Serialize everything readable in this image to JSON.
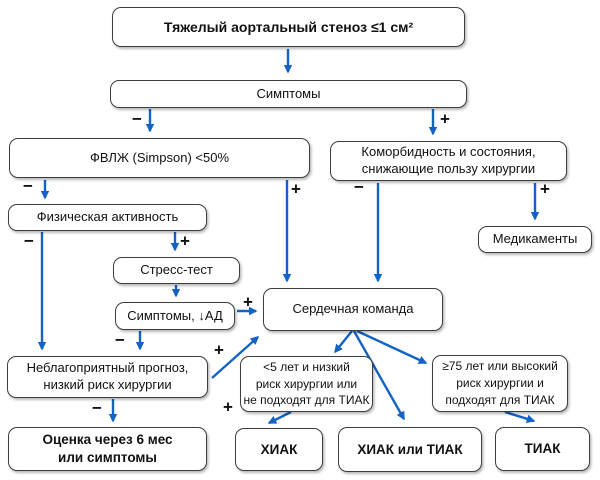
{
  "colors": {
    "arrow": "#1363c6",
    "box_border": "#3e3e3e",
    "text": "#111111",
    "background": "#ffffff"
  },
  "nodes": {
    "severe_as": {
      "label": "Тяжелый аортальный стеноз ≤1 см²"
    },
    "symptoms": {
      "label": "Симптомы"
    },
    "lvef": {
      "label": "ФВЛЖ (Simpson) <50%"
    },
    "comorbidity": {
      "line1": "Коморбидность и состояния,",
      "line2": "снижающие пользу хирургии"
    },
    "meds": {
      "label": "Медикаменты"
    },
    "physical": {
      "label": "Физическая активность"
    },
    "stress": {
      "label": "Стресс-тест"
    },
    "symptoms_bp": {
      "label": "Симптомы, ↓АД"
    },
    "heart_team": {
      "label": "Сердечная команда"
    },
    "prognosis": {
      "line1": "Неблагоприятный прогноз,",
      "line2": "низкий риск хирургии"
    },
    "reassess": {
      "line1": "Оценка через 6 мес",
      "line2": "или симптомы"
    },
    "under5": {
      "line1": "<5 лет и низкий",
      "line2": "риск хирургии или",
      "line3": "не подходят для ТИАК"
    },
    "over75": {
      "line1": "≥75 лет или высокий",
      "line2": "риск хирургии и",
      "line3": "подходят для ТИАК"
    },
    "savr": {
      "label": "ХИАК"
    },
    "savr_or_tavr": {
      "label": "ХИАК или ТИАК"
    },
    "tavr": {
      "label": "ТИАК"
    }
  },
  "edge_labels": [
    {
      "value": "−"
    },
    {
      "value": "+"
    },
    {
      "value": "−"
    },
    {
      "value": "+"
    },
    {
      "value": "−"
    },
    {
      "value": "+"
    },
    {
      "value": "−"
    },
    {
      "value": "+"
    },
    {
      "value": "+"
    },
    {
      "value": "−"
    },
    {
      "value": "+"
    },
    {
      "value": "−"
    },
    {
      "value": "+"
    }
  ]
}
